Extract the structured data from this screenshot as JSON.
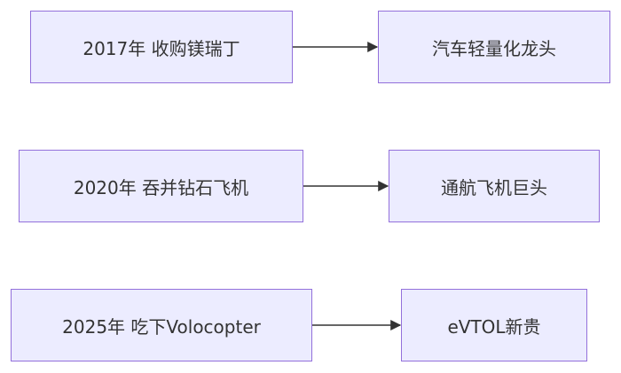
{
  "colors": {
    "node_fill": "#ececff",
    "node_border": "#9370db",
    "edge": "#333333",
    "text": "#333333"
  },
  "diagram": {
    "nodes": [
      {
        "id": "n1",
        "label": "2017年 收购镁瑞丁"
      },
      {
        "id": "n2",
        "label": "汽车轻量化龙头"
      },
      {
        "id": "n3",
        "label": "2020年 吞并钻石飞机"
      },
      {
        "id": "n4",
        "label": "通航飞机巨头"
      },
      {
        "id": "n5",
        "label": "2025年 吃下Volocopter"
      },
      {
        "id": "n6",
        "label": "eVTOL新贵"
      }
    ],
    "edges": [
      {
        "from": "n1",
        "to": "n2"
      },
      {
        "from": "n3",
        "to": "n4"
      },
      {
        "from": "n5",
        "to": "n6"
      }
    ]
  }
}
